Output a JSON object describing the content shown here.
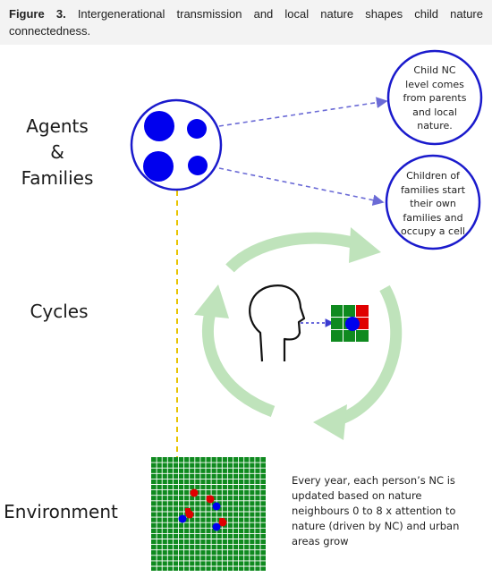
{
  "caption": {
    "label": "Figure 3.",
    "text": "Intergenerational transmission and local nature shapes child nature connectedness."
  },
  "labels": {
    "agents_line1": "Agents",
    "agents_line2": "&",
    "agents_line3": "Families",
    "cycles": "Cycles",
    "environment": "Environment"
  },
  "bubbles": {
    "top": [
      "Child NC",
      "level comes",
      "from parents",
      "and local",
      "nature."
    ],
    "bottom": [
      "Children of",
      "families start",
      "their own",
      "families and",
      "occupy a cell"
    ]
  },
  "environment_text": [
    "Every year, each person’s NC is",
    "updated based on nature",
    "neighbours 0 to 8 x attention to",
    "nature (driven by NC) and urban",
    "areas grow"
  ],
  "colors": {
    "agent_blue": "#0000ee",
    "bubble_border": "#1a1acc",
    "link_dashed": "#6b6bd6",
    "yellow_dashed": "#e8c400",
    "cycle_green": "#bfe3bb",
    "grid_green": "#0f8a1f",
    "grid_line": "#ffffff",
    "red": "#e00000"
  }
}
